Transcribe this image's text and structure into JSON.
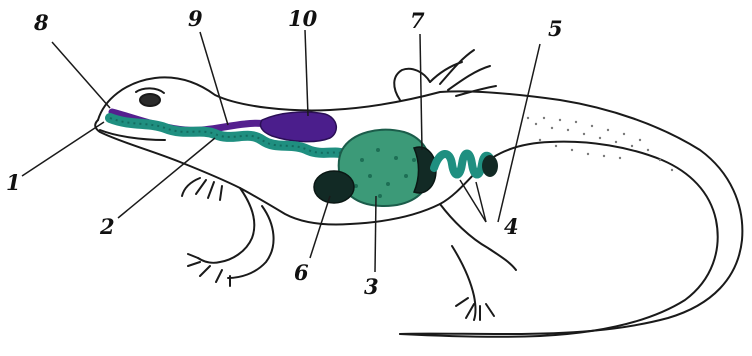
{
  "labels": {
    "l1": "1",
    "l2": "2",
    "l3": "3",
    "l4": "4",
    "l5": "5",
    "l6": "6",
    "l7": "7",
    "l8": "8",
    "l9": "9",
    "l10": "10"
  },
  "colors": {
    "outline": "#1a1a1a",
    "digestive_tract": "#1f8f80",
    "digestive_tract_dark": "#136c60",
    "stomach": "#3c9a78",
    "respiratory": "#55208f",
    "lung": "#4b1e8c",
    "dark_organ": "#122a25",
    "stipple": "#7a7a7a"
  }
}
